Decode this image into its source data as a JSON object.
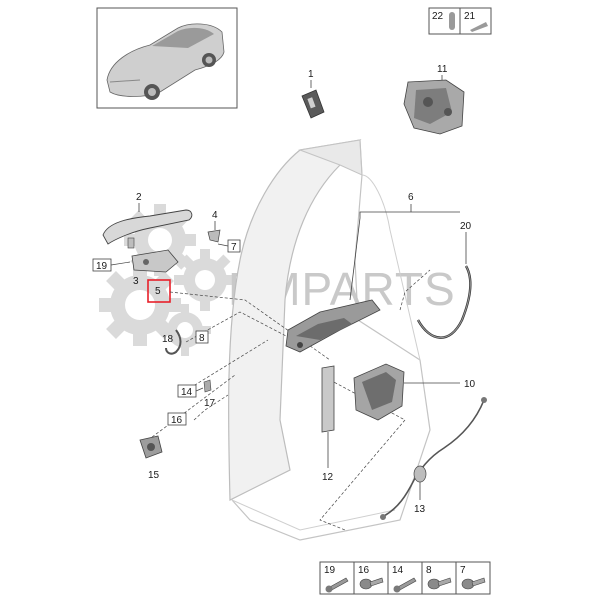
{
  "watermark": "RMPARTS",
  "colors": {
    "line": "#3a3a3a",
    "highlight": "#e8202a",
    "door_fill": "#f1f1f1",
    "watermark": "#c9c9c9"
  },
  "callouts": {
    "c1": "1",
    "c2": "2",
    "c3": "3",
    "c4": "4",
    "c5": "5",
    "c6": "6",
    "c10": "10",
    "c11": "11",
    "c12": "12",
    "c13": "13",
    "c15": "15",
    "c17": "17",
    "c18": "18",
    "c20": "20"
  },
  "boxed_refs": {
    "b7": "7",
    "b8": "8",
    "b14": "14",
    "b16": "16",
    "b19": "19"
  },
  "top_right_parts": {
    "p22": "22",
    "p21": "21"
  },
  "fastener_table": [
    {
      "label": "19",
      "icon": "screw-icon"
    },
    {
      "label": "16",
      "icon": "bolt-icon"
    },
    {
      "label": "14",
      "icon": "screw-icon"
    },
    {
      "label": "8",
      "icon": "bolt-icon"
    },
    {
      "label": "7",
      "icon": "bolt-icon"
    }
  ]
}
